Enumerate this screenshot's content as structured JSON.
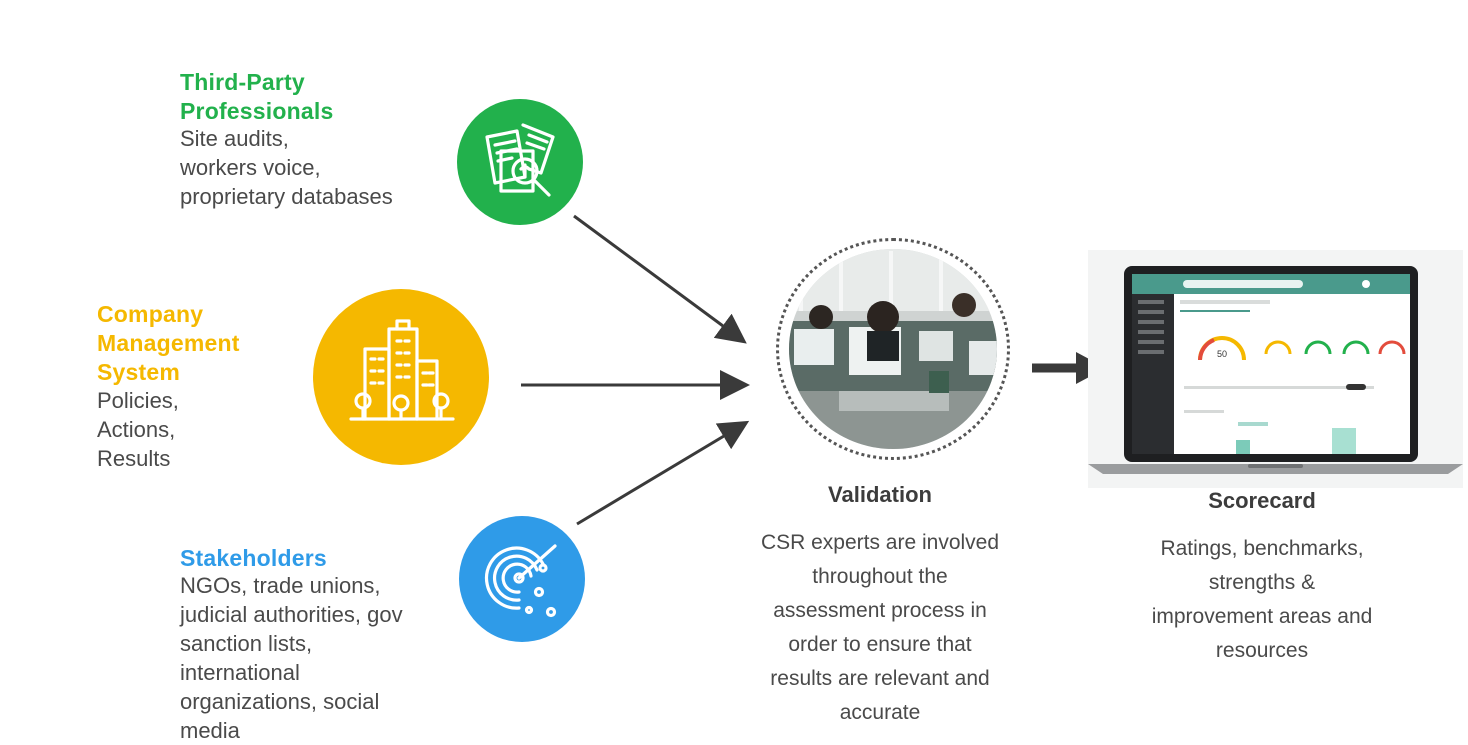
{
  "sources": [
    {
      "title_lines": [
        "Third-Party",
        "Professionals"
      ],
      "desc_lines": [
        "Site audits,",
        "workers voice,",
        "proprietary databases"
      ],
      "color": "#22b14c",
      "icon": "document-search-icon"
    },
    {
      "title_lines": [
        "Company",
        "Management",
        "System"
      ],
      "desc_lines": [
        "Policies,",
        "Actions,",
        "Results"
      ],
      "color": "#f5b800",
      "icon": "buildings-icon"
    },
    {
      "title_lines": [
        "Stakeholders"
      ],
      "desc_lines": [
        "NGOs, trade unions,",
        "judicial authorities, gov",
        "sanction lists,",
        "international",
        "organizations, social",
        "media"
      ],
      "color": "#2f9be8",
      "icon": "radar-icon"
    }
  ],
  "validation": {
    "title": "Validation",
    "desc_lines": [
      "CSR experts are involved",
      "throughout the",
      "assessment process in",
      "order to ensure that",
      "results are relevant and",
      "accurate"
    ]
  },
  "scorecard": {
    "title": "Scorecard",
    "desc_lines": [
      "Ratings, benchmarks,",
      "strengths &",
      "improvement areas and",
      "resources"
    ],
    "gauge_value": "50"
  }
}
